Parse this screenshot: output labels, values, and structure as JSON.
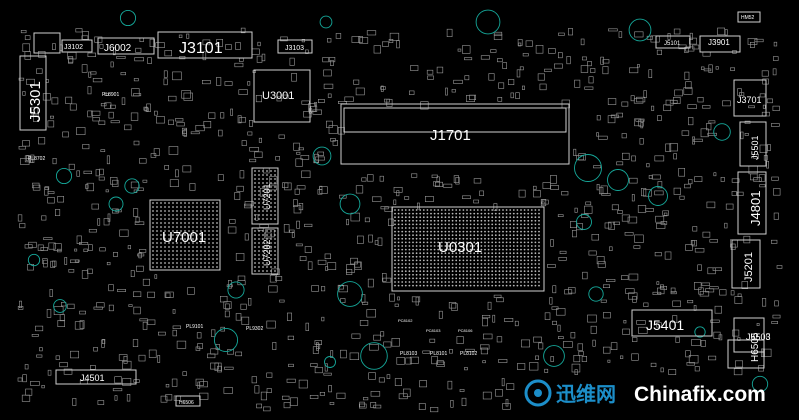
{
  "board": {
    "components": {
      "J3102": "J3102",
      "J6002": "J6002",
      "J3101": "J3101",
      "J3103": "J3103",
      "U3001": "U3001",
      "J5301": "J5301",
      "PL8901": "PL8901",
      "PL8702": "PL8702",
      "U7201": "U7201",
      "U7202": "U7202",
      "U7001": "U7001",
      "J1701": "J1701",
      "U0301": "U0301",
      "J5101": "J5101",
      "J3901": "J3901",
      "HM52": "HM52",
      "J3701": "J3701",
      "J5501": "J5501",
      "J4801": "J4801",
      "J5201": "J5201",
      "J5401": "J5401",
      "J6503": "J6503",
      "H6505": "H6505",
      "J4501": "J4501",
      "H6506": "H6506",
      "PL9101": "PL9101",
      "PL9302": "PL9302",
      "PL8103": "PL8103",
      "PL8101": "PL8101",
      "PL8102": "PL8102",
      "PC8102": "PC8102",
      "PC8103": "PC8103",
      "PC8106": "PC8106"
    }
  },
  "watermark": {
    "cn": "迅维网",
    "en": "Chinafix.com"
  },
  "colors": {
    "background": "#000000",
    "outline": "#cfcfcf",
    "label": "#ffffff",
    "watermark_cn": "#1c8ec9",
    "watermark_en": "#ffffff",
    "mount_hole": "#15a89a"
  }
}
